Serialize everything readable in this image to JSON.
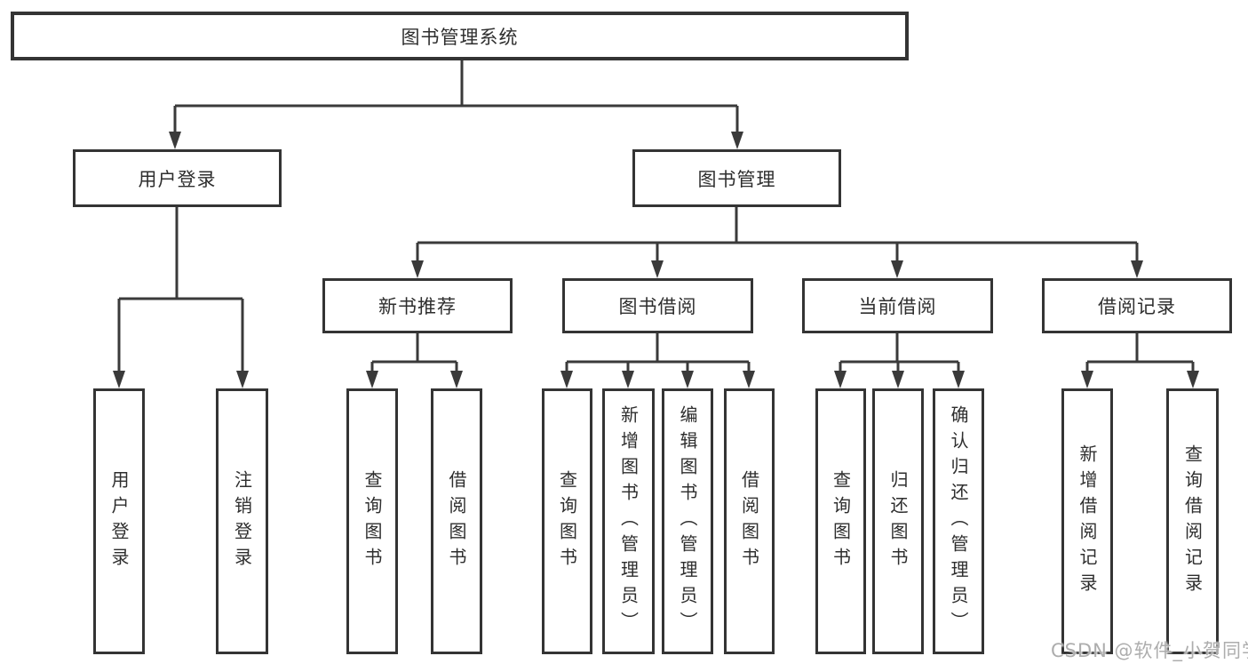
{
  "diagram": {
    "root": {
      "label": "图书管理系统"
    },
    "branches": [
      {
        "label": "用户登录",
        "children": [
          {
            "label": "用户登录"
          },
          {
            "label": "注销登录"
          }
        ]
      },
      {
        "label": "图书管理",
        "children": [
          {
            "label": "新书推荐",
            "children": [
              {
                "label": "查询图书"
              },
              {
                "label": "借阅图书"
              }
            ]
          },
          {
            "label": "图书借阅",
            "children": [
              {
                "label": "查询图书"
              },
              {
                "label": "新增图书（管理员）"
              },
              {
                "label": "编辑图书（管理员）"
              },
              {
                "label": "借阅图书"
              }
            ]
          },
          {
            "label": "当前借阅",
            "children": [
              {
                "label": "查询图书"
              },
              {
                "label": "归还图书"
              },
              {
                "label": "确认归还（管理员）"
              }
            ]
          },
          {
            "label": "借阅记录",
            "children": [
              {
                "label": "新增借阅记录"
              },
              {
                "label": "查询借阅记录"
              }
            ]
          }
        ]
      }
    ]
  },
  "watermark": {
    "text": "CSDN @软件_小贺同学"
  },
  "colors": {
    "line": "#3a3a3a",
    "box_border": "#343434",
    "box_fill": "#ffffff",
    "text": "#2e2e2e",
    "watermark": "#adadad",
    "background": "#ffffff"
  }
}
